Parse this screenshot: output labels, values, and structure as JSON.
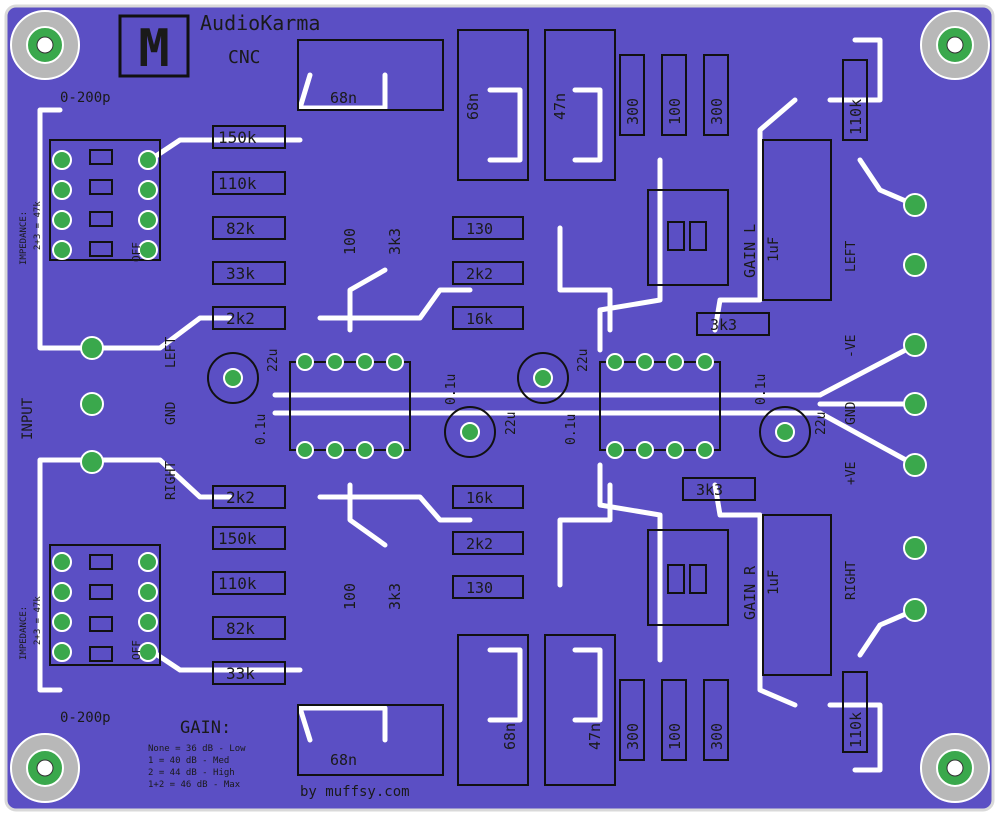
{
  "header": {
    "logo_letter": "M",
    "brand": "AudioKarma",
    "subtitle": "CNC",
    "credit": "by muffsy.com"
  },
  "colors": {
    "board": "#5b4fc4",
    "copper": "#ffffff",
    "pad": "#3aa84c",
    "silk": "#1a1a1a",
    "outline": "#d9d9d9"
  },
  "left_section": {
    "cap_label": "0-200p",
    "impedance_label": "IMPEDANCE:",
    "impedance_note": "2+3 = 47k",
    "off_label": "OFF",
    "resistors": [
      "150k",
      "110k",
      "82k",
      "33k",
      "2k2"
    ],
    "connector_labels": [
      "LEFT",
      "GND",
      "RIGHT"
    ],
    "input_label": "INPUT"
  },
  "right_section": {
    "cap_label": "0-200p",
    "impedance_label": "IMPEDANCE:",
    "impedance_note": "2+3 = 47k",
    "off_label": "OFF",
    "resistors": [
      "2k2",
      "150k",
      "110k",
      "82k",
      "33k"
    ]
  },
  "center": {
    "top_parts": [
      "100",
      "3k3",
      "130",
      "2k2",
      "16k",
      "68n",
      "68n",
      "47n"
    ],
    "bottom_parts": [
      "16k",
      "2k2",
      "130",
      "100",
      "3k3",
      "68n",
      "68n",
      "47n"
    ],
    "caps_22u": [
      "22u",
      "22u",
      "22u",
      "22u"
    ],
    "caps_01u": [
      "0.1u",
      "0.1u",
      "0.1u",
      "0.1u"
    ]
  },
  "gain_section": {
    "top_resistors": [
      "300",
      "100",
      "300"
    ],
    "bottom_resistors": [
      "300",
      "100",
      "300"
    ],
    "gain_left": "GAIN L",
    "gain_right": "GAIN R",
    "res_3k3_top": "3k3",
    "res_3k3_bottom": "3k3",
    "cap_1uf_top": "1uF",
    "cap_1uf_bottom": "1uF",
    "res_110k_top": "110k",
    "res_110k_bottom": "110k"
  },
  "output": {
    "labels": [
      "LEFT",
      "-VE",
      "GND",
      "+VE",
      "RIGHT"
    ]
  },
  "gain_table": {
    "title": "GAIN:",
    "rows": [
      "None = 36 dB - Low",
      "1 = 40 dB - Med",
      "2 = 44 dB - High",
      "1+2 = 46 dB - Max"
    ]
  }
}
